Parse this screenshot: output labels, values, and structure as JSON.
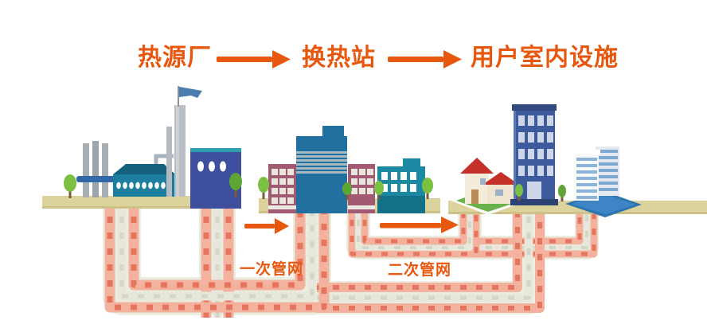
{
  "diagram": {
    "flow_steps": [
      {
        "label": "热源厂"
      },
      {
        "label": "换热站"
      },
      {
        "label": "用户室内设施"
      }
    ],
    "pipe_labels": {
      "primary": "一次管网",
      "secondary": "二次管网"
    }
  },
  "icons": {
    "flow_arrow": "right-arrow"
  },
  "colors": {
    "accent_orange": "#e7570e",
    "ground_tan": "#dcd29b",
    "pipe_salmon": "#f4b29e",
    "pipe_dash_red": "#e06a52",
    "pipe_pale": "#e7e7db",
    "plant_teal": "#1b7e9e",
    "plant_navy": "#3d4f9d",
    "hx_blue": "#2170a0",
    "hx_maroon": "#a15a72",
    "hx_teal": "#1c89a2",
    "house_roof_red": "#c53029",
    "apartment_blue": "#3d5a9c",
    "office_base_blue": "#2e74b0",
    "tree_green": "#7cc043"
  }
}
